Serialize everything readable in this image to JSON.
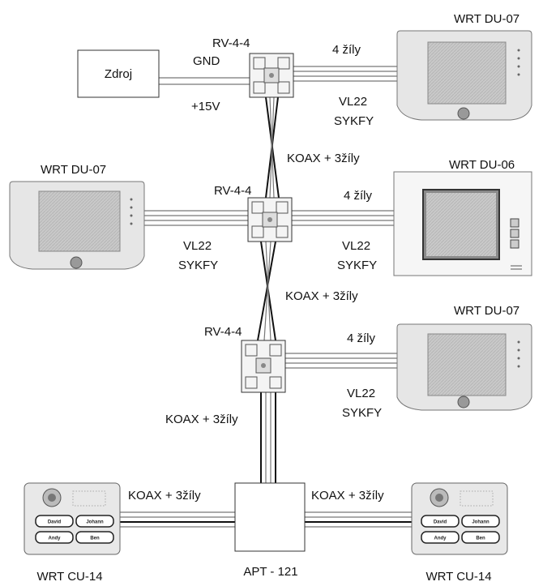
{
  "labels": {
    "zdroj": "Zdroj",
    "gnd": "GND",
    "v15": "+15V",
    "rv_top": "RV-4-4",
    "rv_mid": "RV-4-4",
    "rv_bot": "RV-4-4",
    "zily_top": "4 žíly",
    "zily_mid": "4 žíly",
    "zily_bot": "4 žíly",
    "vl22_top": "VL22",
    "sykfy_top": "SYKFY",
    "vl22_mid_left": "VL22",
    "sykfy_mid_left": "SYKFY",
    "vl22_mid_right": "VL22",
    "sykfy_mid_right": "SYKFY",
    "vl22_bot": "VL22",
    "sykfy_bot": "SYKFY",
    "koax_1": "KOAX + 3žíly",
    "koax_2": "KOAX + 3žíly",
    "koax_3": "KOAX + 3žíly",
    "koax_left": "KOAX + 3žíly",
    "koax_right": "KOAX + 3žíly",
    "wrt_top_right": "WRT DU-07",
    "wrt_mid_left": "WRT DU-07",
    "wrt_mid_right": "WRT DU-06",
    "wrt_bot_right": "WRT DU-07",
    "apt": "APT - 121",
    "cu_left": "WRT CU-14",
    "cu_right": "WRT CU-14"
  },
  "panel_left": {
    "names": [
      "David",
      "Johann",
      "Andy",
      "Ben"
    ]
  },
  "panel_right": {
    "names": [
      "David",
      "Johann",
      "Andy",
      "Ben"
    ]
  },
  "colors": {
    "wire": "#777777",
    "trunk": "#111111",
    "device_body": "#e6e6e6",
    "screen": "#bdbdbd"
  }
}
